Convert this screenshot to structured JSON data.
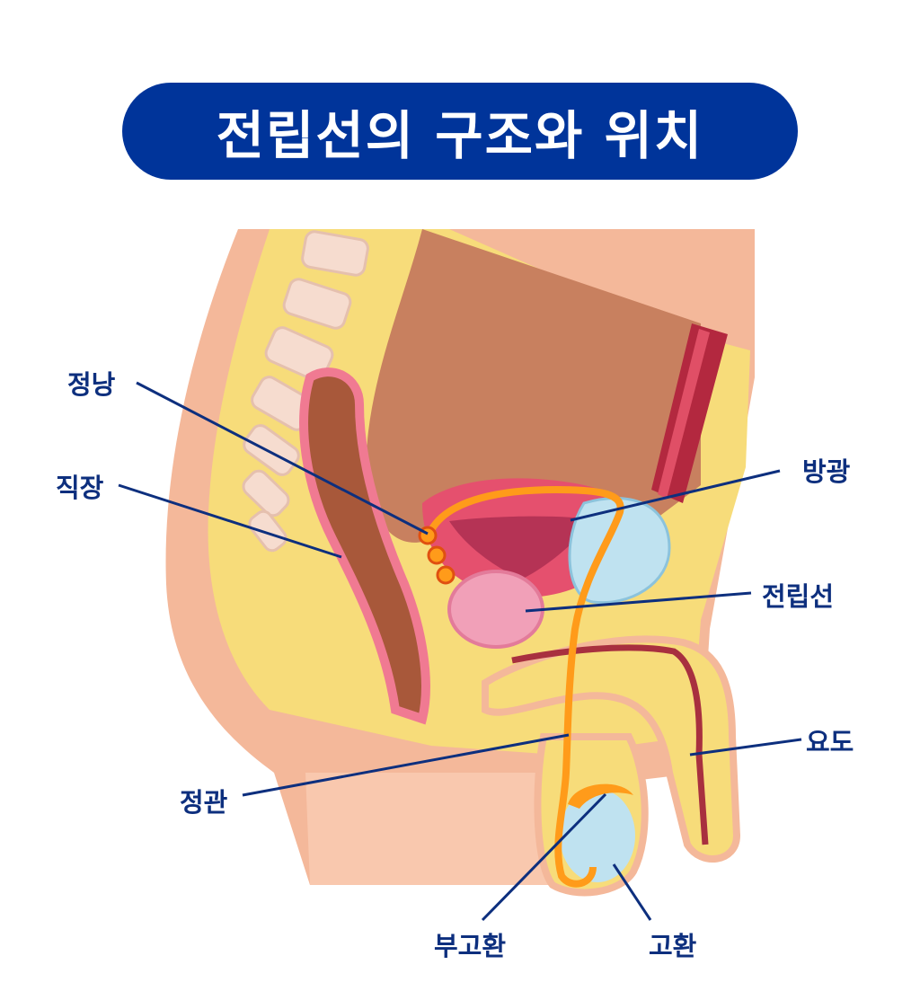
{
  "title": "전립선의 구조와 위치",
  "labels": {
    "seminal_vesicle": "정낭",
    "rectum": "직장",
    "bladder": "방광",
    "prostate": "전립선",
    "urethra": "요도",
    "vas_deferens": "정관",
    "epididymis": "부고환",
    "testis": "고환"
  },
  "colors": {
    "title_bg": "#00349a",
    "title_text": "#ffffff",
    "label_text": "#0d2f7e",
    "leader_line": "#0d2f7e",
    "skin": "#f4b89a",
    "skin_dark": "#e9957a",
    "fat": "#f7dc7a",
    "abdomen": "#c8805f",
    "rectum": "#a8583a",
    "bladder": "#e5506e",
    "prostate": "#f1a0b8",
    "vas": "#ff9b1a",
    "testis": "#bfe2f0"
  }
}
